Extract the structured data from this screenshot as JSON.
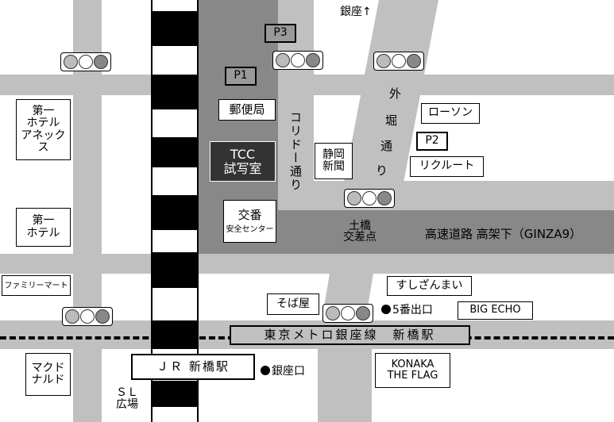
{
  "colors": {
    "road": "#c0c0c0",
    "block": "#888888",
    "tcc": "#333333",
    "rail": "#000000"
  },
  "labels": {
    "ginza_arrow": "銀座↑",
    "p3": "P3",
    "p1": "P1",
    "p2": "P2",
    "post_office": "郵便局",
    "tcc": "TCC\n試写室",
    "koban": "交番",
    "koban_sub": "安全センター",
    "corridor": "コリドー通り",
    "shizuoka": "静岡\n新聞",
    "sotobori": [
      "外",
      "堀",
      "通",
      "り"
    ],
    "lawson": "ローソン",
    "recruit": "リクルート",
    "dobashi": "土橋\n交差点",
    "expressway": "高速道路 高架下（GINZA9）",
    "hotel_annex": "第一\nホテル\nアネックス",
    "hotel": "第一\nホテル",
    "familymart": "ファミリーマート",
    "sushi": "すしざんまい",
    "soba": "そば屋",
    "exit5": "5番出口",
    "bigecho": "BIG ECHO",
    "metro": "東京メトロ銀座線　新橋駅",
    "jr": "ＪＲ 新橋駅",
    "ginza_exit": "銀座口",
    "mcdonalds": "マクド\nナルド",
    "sl": "ＳＬ\n広場",
    "konaka": "KONAKA\nTHE FLAG"
  },
  "traffic_lights": 6
}
